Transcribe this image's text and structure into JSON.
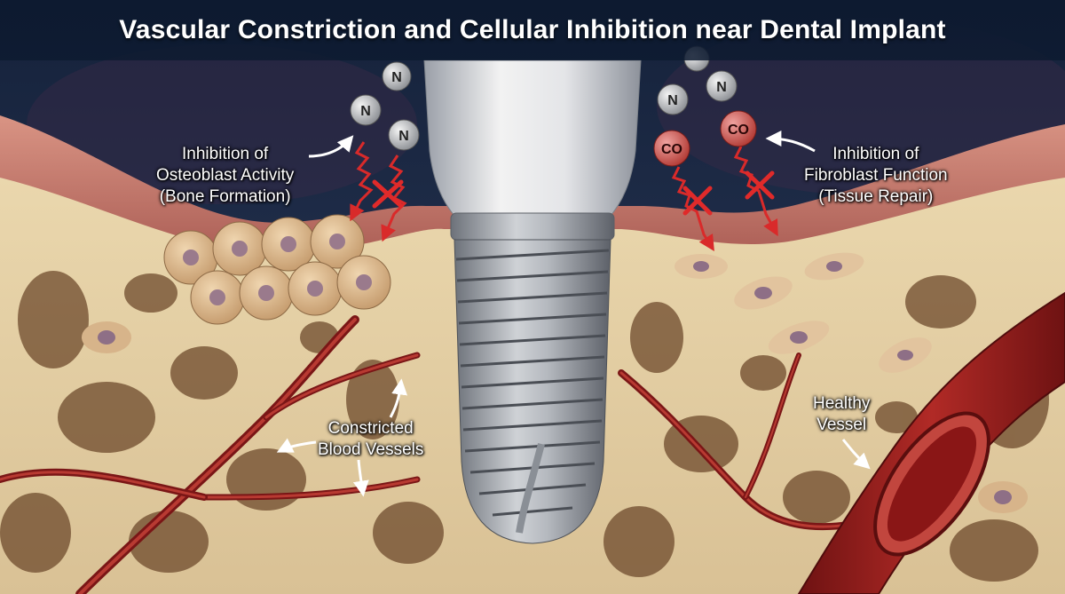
{
  "title": "Vascular Constriction and Cellular Inhibition near Dental Implant",
  "labels": {
    "osteoblast": [
      "Inhibition of",
      "Osteoblast Activity",
      "(Bone Formation)"
    ],
    "fibroblast": [
      "Inhibition of",
      "Fibroblast Function",
      "(Tissue Repair)"
    ],
    "constricted": [
      "Constricted",
      "Blood Vessels"
    ],
    "healthy": [
      "Healthy",
      "Vessel"
    ]
  },
  "molecules": {
    "nitrogen": "N",
    "carbon_monoxide": "CO"
  },
  "colors": {
    "background": "#1c2a44",
    "bone": "#e3cfa4",
    "vessel": "#8e1b1b",
    "arrow_red": "#d92a2a",
    "implant": "#b8bdc4"
  }
}
